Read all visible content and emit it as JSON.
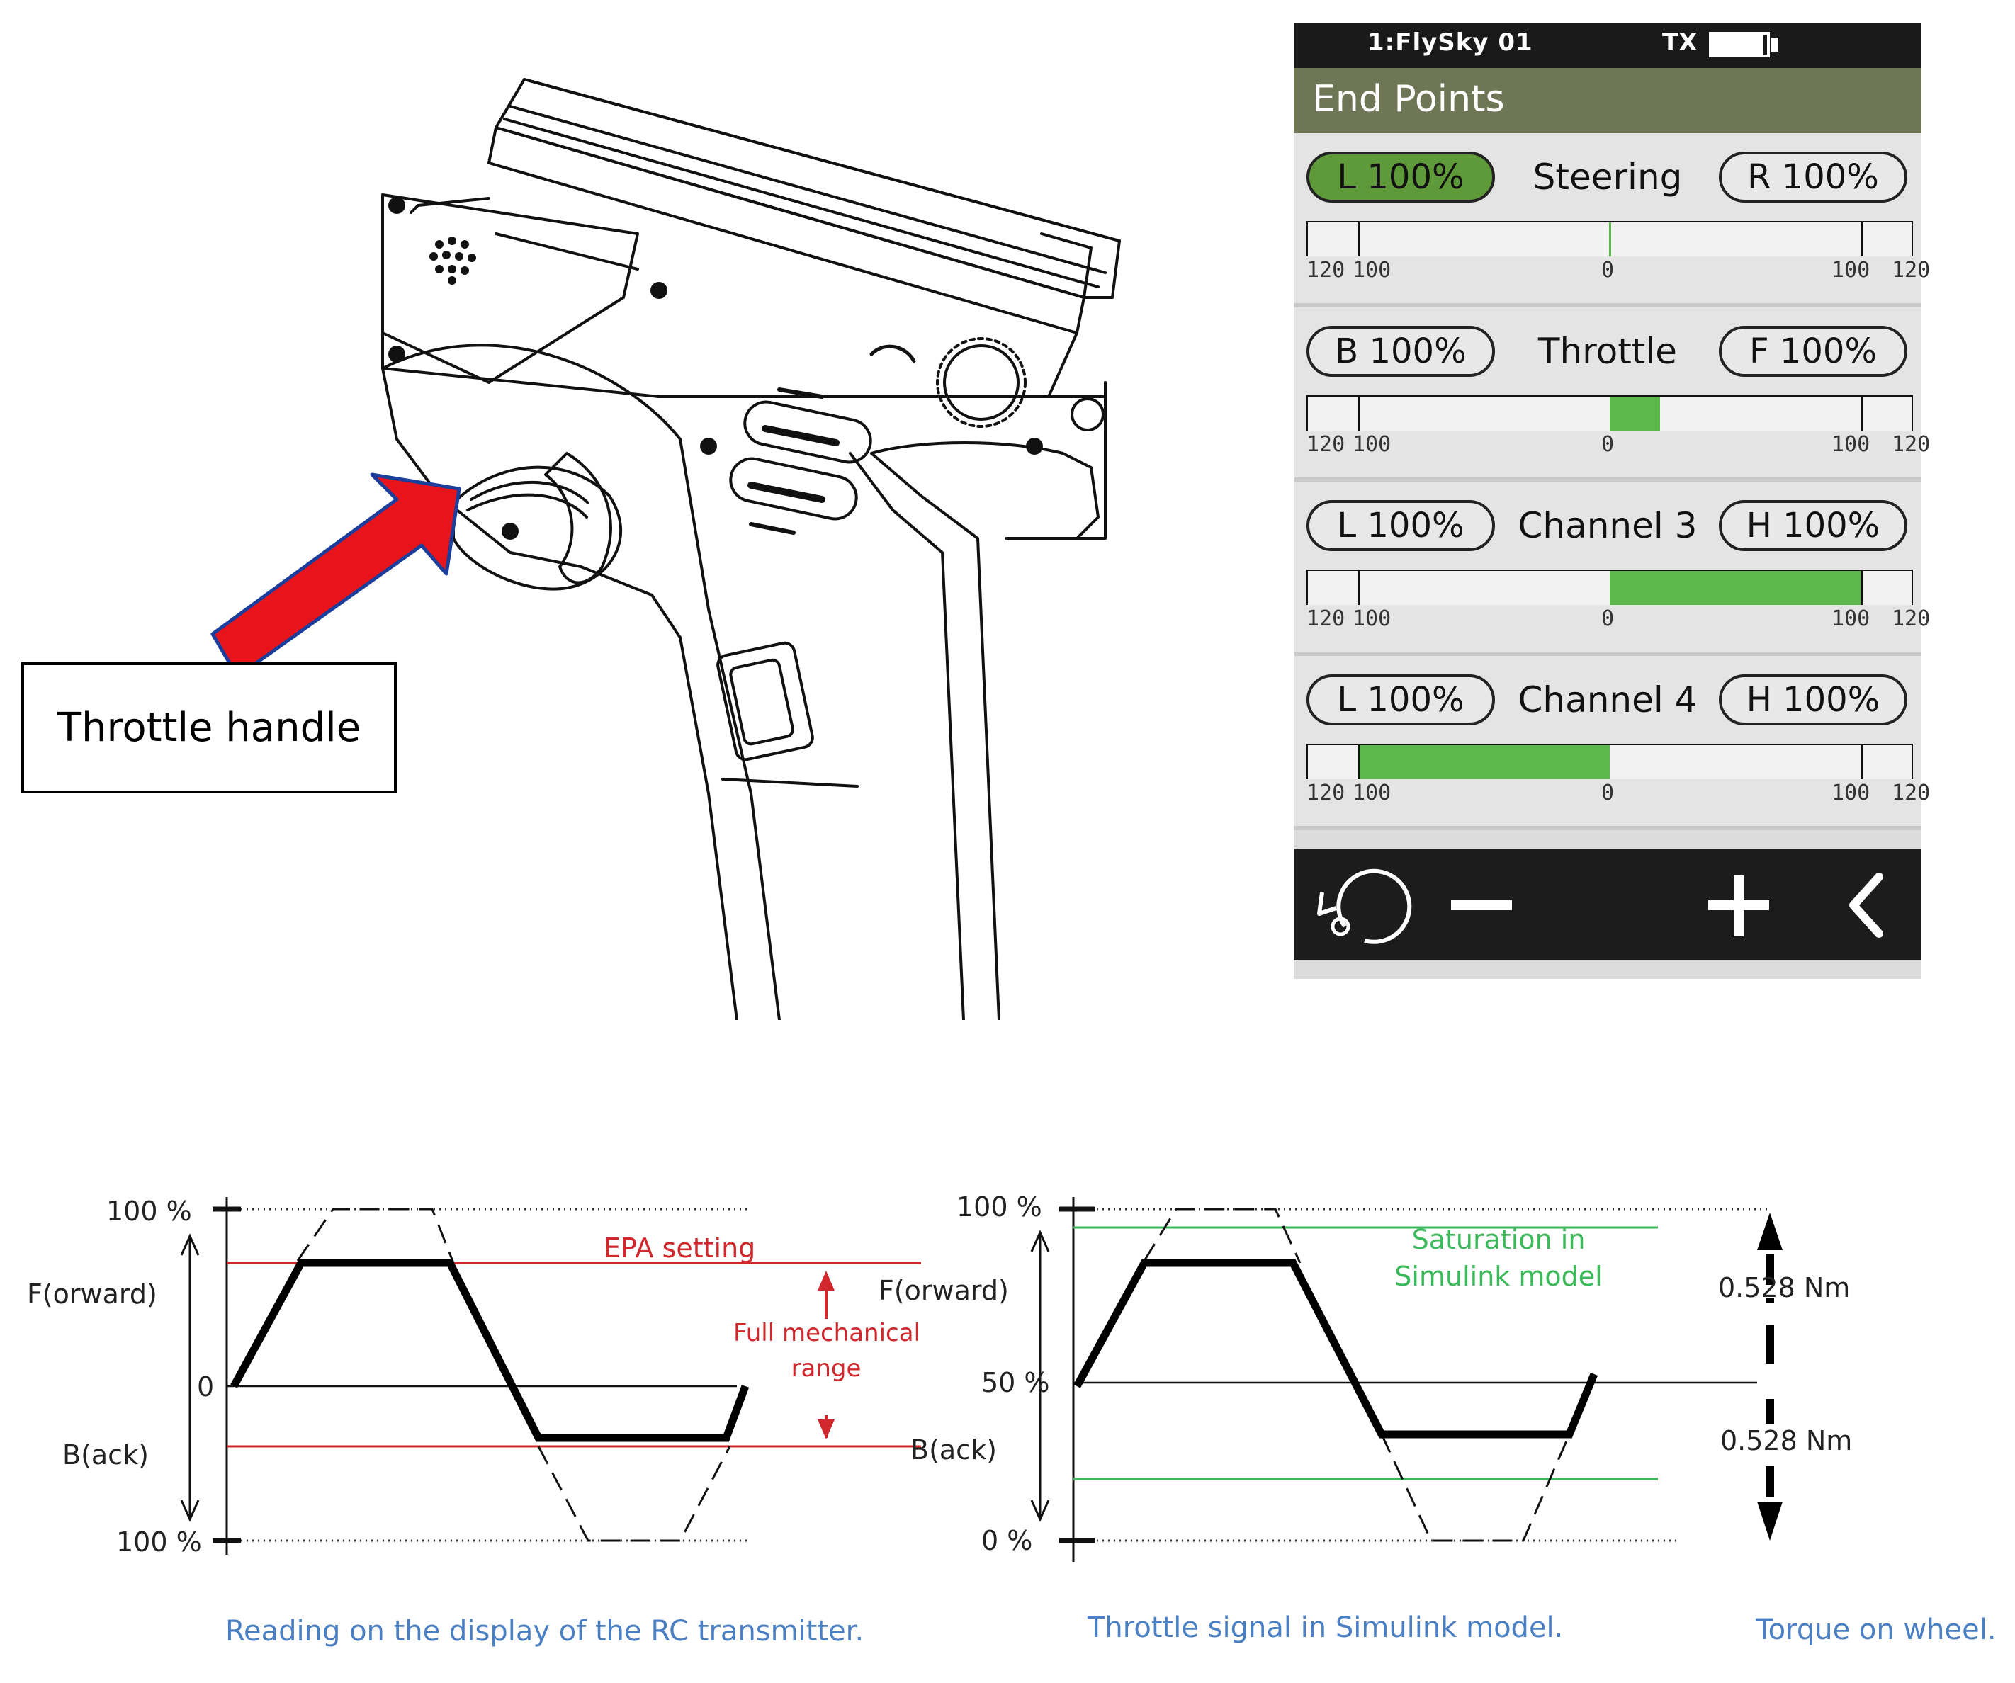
{
  "callout": {
    "label": "Throttle handle"
  },
  "screen": {
    "status": {
      "model": "1:FlySky 01",
      "tx_label": "TX",
      "battery_level": 0.9
    },
    "title": "End Points",
    "scale_labels": [
      "120",
      "100",
      "0",
      "100",
      "120"
    ],
    "channels": [
      {
        "name": "Steering",
        "left": "L 100%",
        "right": "R 100%",
        "left_active": true,
        "fill_from": 0,
        "fill_to": 0
      },
      {
        "name": "Throttle",
        "left": "B 100%",
        "right": "F 100%",
        "left_active": false,
        "fill_from": 0,
        "fill_to": 20
      },
      {
        "name": "Channel 3",
        "left": "L 100%",
        "right": "H 100%",
        "left_active": false,
        "fill_from": 0,
        "fill_to": 100
      },
      {
        "name": "Channel 4",
        "left": "L 100%",
        "right": "H 100%",
        "left_active": false,
        "fill_from": -100,
        "fill_to": 0
      }
    ],
    "toolbar": {
      "icons": [
        "reset-icon",
        "minus-icon",
        "plus-icon",
        "back-icon"
      ]
    },
    "accent_green": "#5cb84a",
    "title_color": "#6e7656"
  },
  "left_graph": {
    "y_top": "100 %",
    "y_forward": "F(orward)",
    "y_zero": "0",
    "y_back": "B(ack)",
    "y_bottom": "100 %",
    "epa_label": "EPA setting",
    "range_label_1": "Full mechanical",
    "range_label_2": "range",
    "caption": "Reading on the display of the RC transmitter."
  },
  "right_graph": {
    "y_top": "100 %",
    "y_forward": "F(orward)",
    "y_mid": "50 %",
    "y_back": "B(ack)",
    "y_bottom": "0 %",
    "saturation_1": "Saturation in",
    "saturation_2": "Simulink model",
    "caption": "Throttle signal in Simulink model."
  },
  "torque": {
    "upper": "0.528 Nm",
    "lower": "0.528 Nm",
    "caption": "Torque on wheel."
  }
}
